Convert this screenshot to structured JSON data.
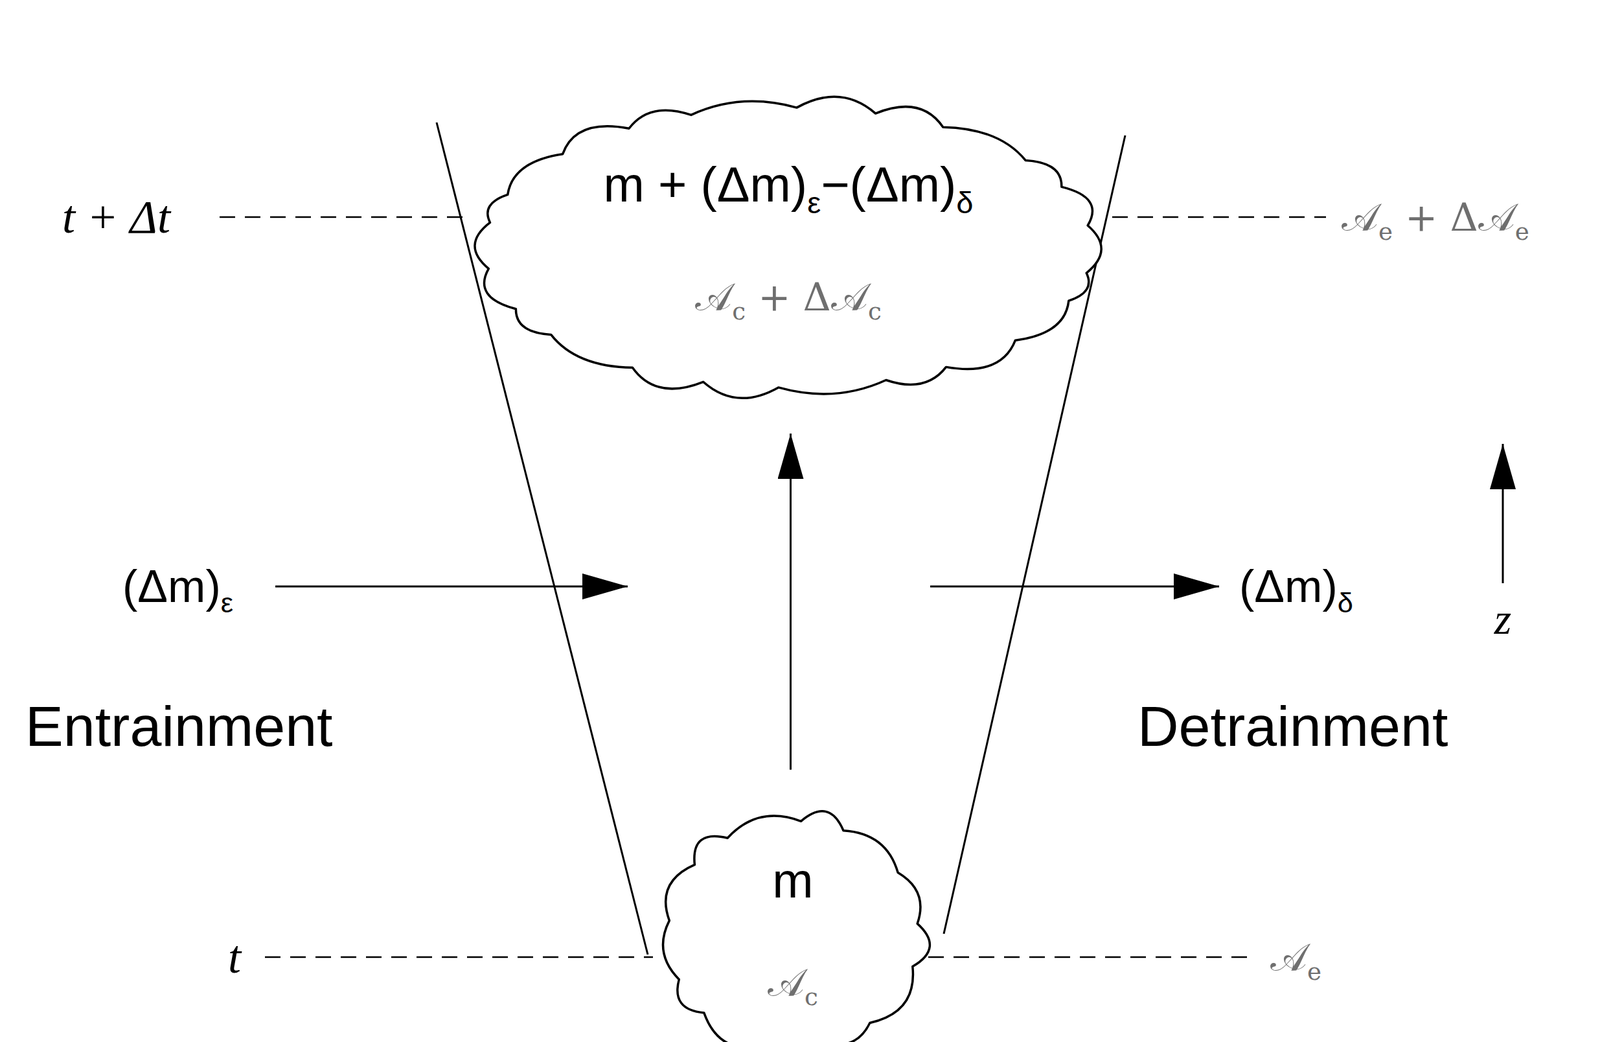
{
  "diagram": {
    "nodes": [
      {
        "text": [
          "m + (Δm)ε−(Δm)δ",
          "𝒜c + Δ𝒜c"
        ]
      },
      {
        "text": [
          "m",
          "𝒜c"
        ]
      }
    ],
    "edges": [
      {
        "from": 1,
        "to": 0,
        "arrow": "to"
      }
    ],
    "labels": [
      "t + Δt",
      "𝒜e + Δ𝒜e",
      "(Δm)ε",
      "Entrainment",
      "(Δm)δ",
      "Detrainment",
      "z",
      "t",
      "𝒜e"
    ]
  }
}
